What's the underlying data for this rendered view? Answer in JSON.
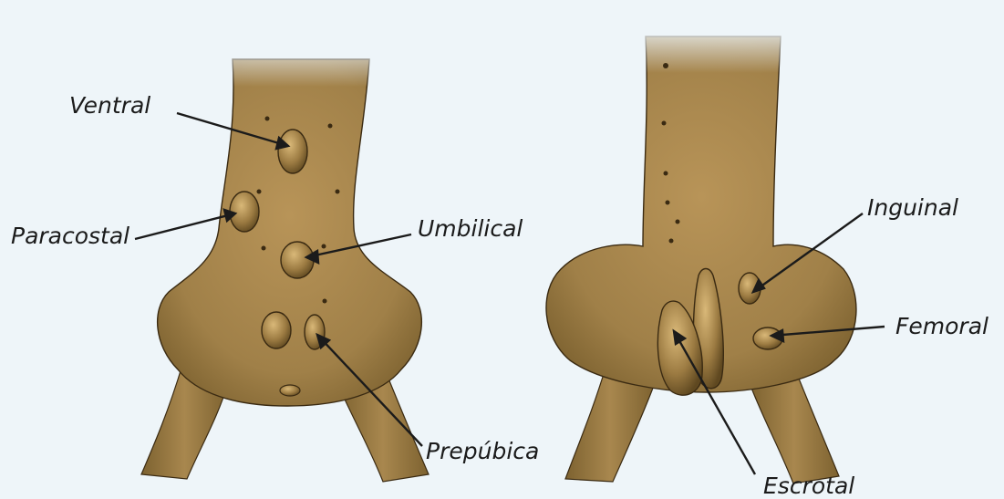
{
  "colors": {
    "background": "#eef5f9",
    "skin": "#a8874e",
    "skin_dark": "#6d5428",
    "outline": "#3a2a12",
    "leader_line": "#1b1b1b",
    "label_text": "#1b1b1b"
  },
  "labels": {
    "ventral": "Ventral",
    "paracostal": "Paracostal",
    "umbilical": "Umbilical",
    "prepubica": "Prepúbica",
    "inguinal": "Inguinal",
    "femoral": "Femoral",
    "escrotal": "Escrotal"
  }
}
